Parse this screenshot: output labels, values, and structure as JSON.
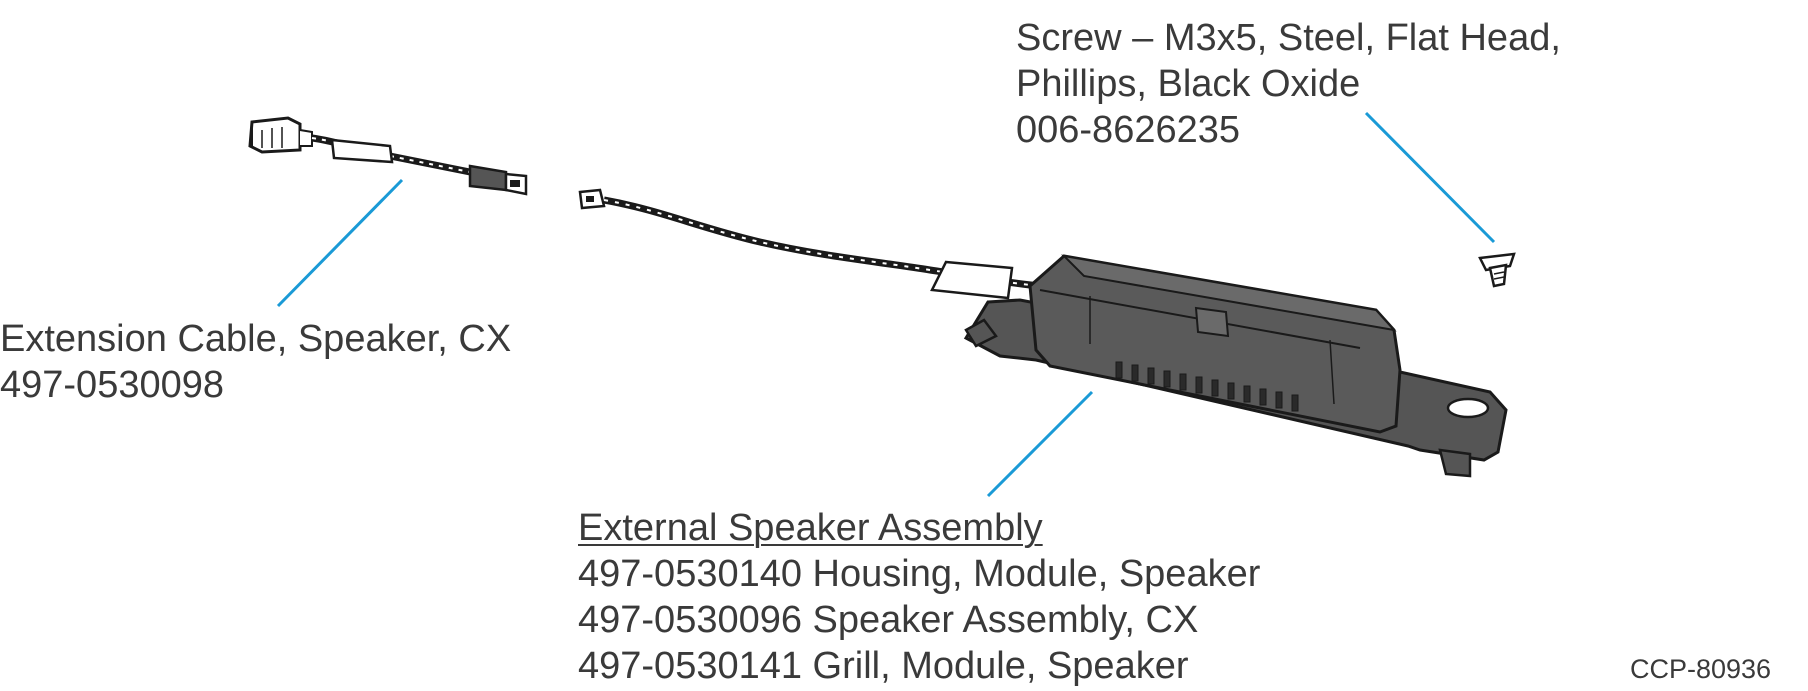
{
  "callouts": {
    "screw": {
      "lines": [
        "Screw – M3x5, Steel, Flat Head,",
        "Phillips, Black Oxide",
        "006-8626235"
      ]
    },
    "extension_cable": {
      "lines": [
        "Extension Cable, Speaker, CX",
        "497-0530098"
      ]
    },
    "speaker_assembly": {
      "heading": "External Speaker Assembly",
      "lines": [
        "497-0530140 Housing, Module, Speaker",
        "497-0530096 Speaker Assembly, CX",
        "497-0530141 Grill, Module, Speaker"
      ]
    }
  },
  "figure_ref": "CCP-80936",
  "colors": {
    "leader_line": "#1a9ad6",
    "text": "#3a3a3a",
    "housing_fill": "#555555",
    "outline": "#1a1a1a"
  }
}
